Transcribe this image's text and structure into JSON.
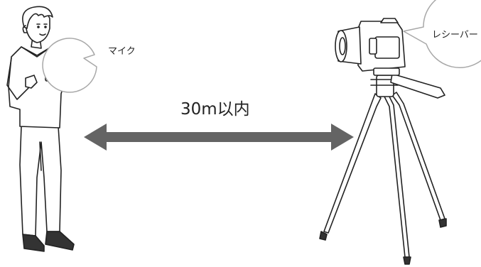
{
  "labels": {
    "mic": "マイク",
    "receiver": "レシーバー",
    "distance": "30m以内"
  },
  "colors": {
    "arrow": "#646464",
    "line": "#222222",
    "bubble_stroke": "#a8a8a8",
    "shoes": "#333333"
  },
  "icons": {
    "person": "person-presenting-icon",
    "camera": "camera-on-tripod-icon",
    "arrow": "double-headed-arrow-icon"
  }
}
